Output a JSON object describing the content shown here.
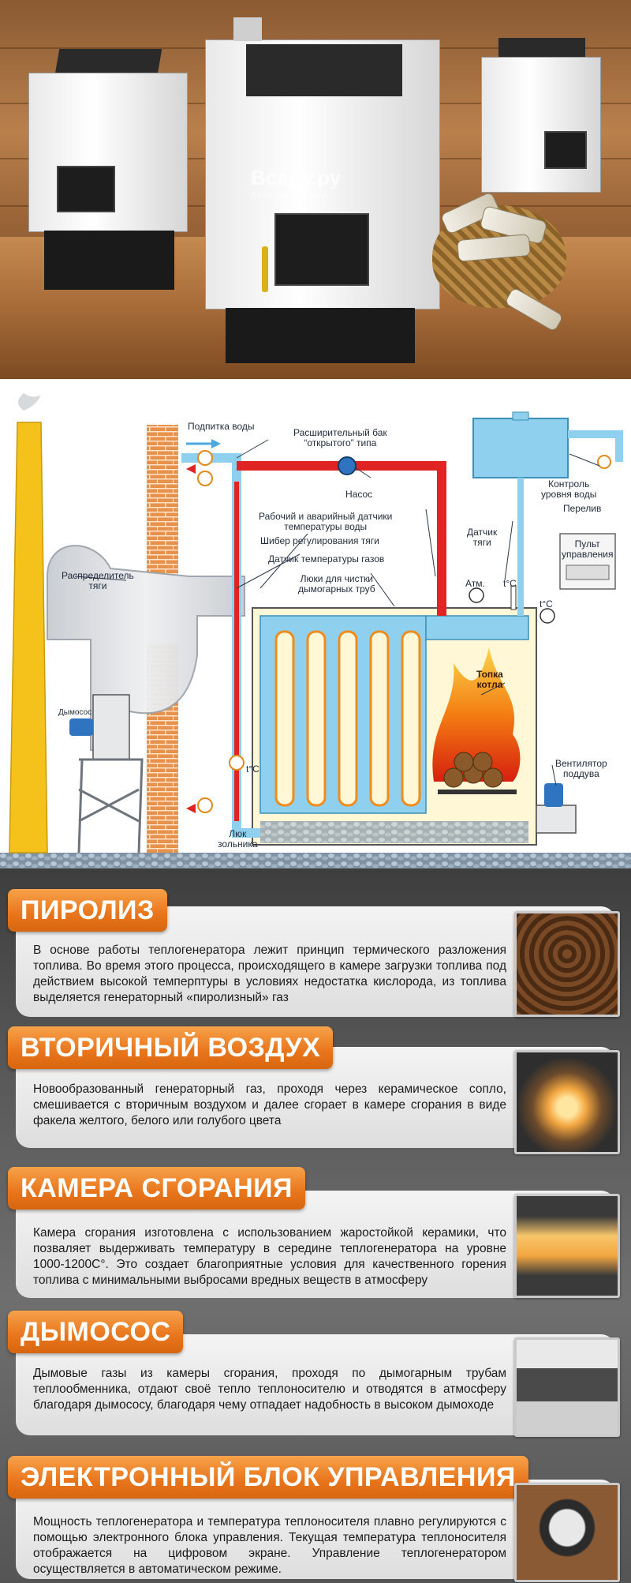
{
  "watermark": {
    "brand": "Всаду.ру",
    "tagline": "дача сад огород"
  },
  "diagram": {
    "labels": {
      "water_feed": "Подпитка воды",
      "expansion_tank_1": "Расширительный бак",
      "expansion_tank_2": "“открытого” типа",
      "pump": "Насос",
      "water_level_1": "Контроль",
      "water_level_2": "уровня воды",
      "overflow": "Перелив",
      "temp_sensors_1": "Рабочий и аварийный датчики",
      "temp_sensors_2": "температуры воды",
      "damper": "Шибер регулирования тяги",
      "gas_temp": "Датчик температуры газов",
      "hatches_1": "Люки для чистки",
      "hatches_2": "дымогарных труб",
      "draft_sensor_1": "Датчик",
      "draft_sensor_2": "тяги",
      "control_panel_1": "Пульт",
      "control_panel_2": "управления",
      "distributor_1": "Распределитель",
      "distributor_2": "тяги",
      "smoke_exhauster": "Дымосос",
      "atm": "Атм.",
      "tc1": "t°C",
      "tc2": "t°C",
      "tc3": "t°C",
      "firebox_1": "Топка",
      "firebox_2": "котла",
      "fan_1": "Вентилятор",
      "fan_2": "поддува",
      "ash_1": "Люк",
      "ash_2": "зольника"
    }
  },
  "sections": [
    {
      "title": "ПИРОЛИЗ",
      "text": "В основе работы теплогенератора лежит принцип термического разложения топлива. Во время этого процесса, происходящего в камере загрузки топлива под действием высокой темперптуры в условиях недостатка кислорода, из топлива выделяется генераторный «пиролизный» газ"
    },
    {
      "title": "ВТОРИЧНЫЙ ВОЗДУХ",
      "text": "Новообразованный генераторный газ, проходя через керамическое сопло, смешивается с вторичным воздухом и далее сгорает в камере сгорания в виде факела желтого, белого или голубого цвета"
    },
    {
      "title": "КАМЕРА СГОРАНИЯ",
      "text": "Камера сгорания изготовлена с использованием жаростойкой керамики, что позваляет выдерживать температуру в середине теплогенератора на уровне 1000-1200С°. Это создает благоприятные условия для качественного горения топлива с минимальными выбросами вредных веществ в атмосферу"
    },
    {
      "title": "ДЫМОСОС",
      "text": "Дымовые газы из камеры сгорания, проходя по дымогарным трубам теплообменника, отдают своё тепло теплоносителю и отводятся в атмосферу благодаря дымососу, благодаря чему отпадает надобность в высоком дымоходе"
    },
    {
      "title": "ЭЛЕКТРОННЫЙ БЛОК УПРАВЛЕНИЯ",
      "text": "Мощность теплогенератора и температура теплоносителя плавно регулируются с помощью электронного блока управления. Текущая температура теплоносителя отображается на цифровом экране. Управление теплогенератором осуществляется в автоматическом режиме."
    }
  ]
}
